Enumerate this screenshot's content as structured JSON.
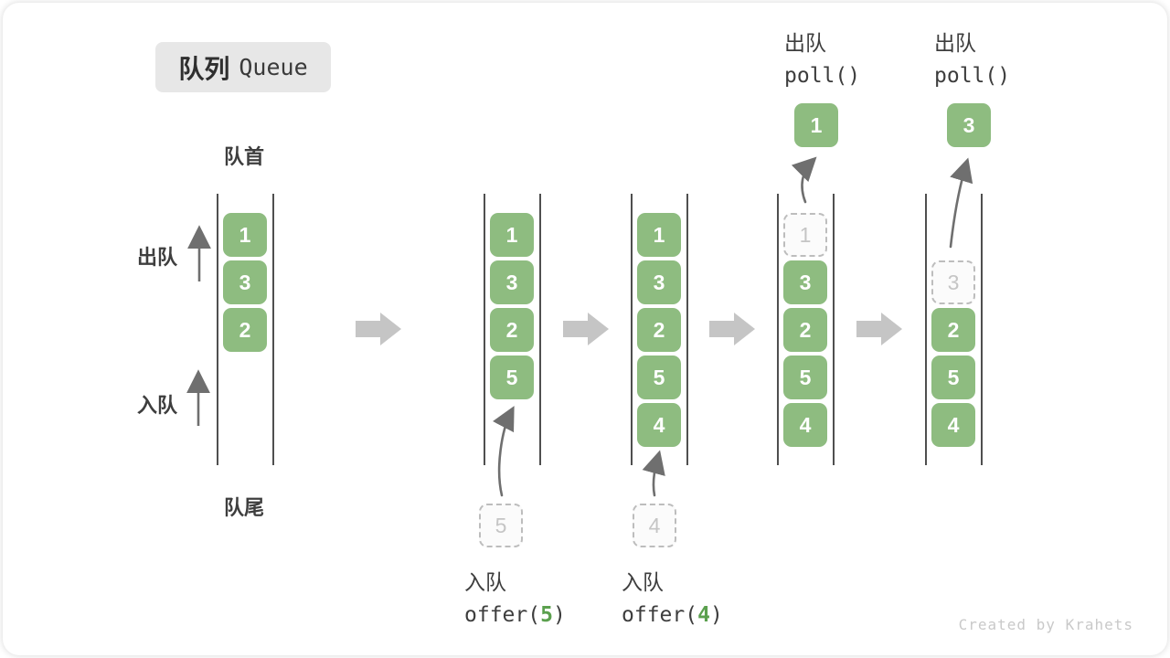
{
  "badge": {
    "zh": "队列",
    "en": "Queue"
  },
  "side_labels": {
    "front": "队首",
    "rear": "队尾",
    "dequeue": "出队",
    "enqueue": "入队"
  },
  "columns": [
    {
      "name": "state-initial",
      "cells": [
        {
          "v": "1"
        },
        {
          "v": "3"
        },
        {
          "v": "2"
        }
      ]
    },
    {
      "name": "state-after-offer-5",
      "cells": [
        {
          "v": "1"
        },
        {
          "v": "3"
        },
        {
          "v": "2"
        },
        {
          "v": "5"
        }
      ]
    },
    {
      "name": "state-after-offer-4",
      "cells": [
        {
          "v": "1"
        },
        {
          "v": "3"
        },
        {
          "v": "2"
        },
        {
          "v": "5"
        },
        {
          "v": "4"
        }
      ]
    },
    {
      "name": "state-after-poll-1",
      "cells": [
        {
          "v": "1",
          "removed": true
        },
        {
          "v": "3"
        },
        {
          "v": "2"
        },
        {
          "v": "5"
        },
        {
          "v": "4"
        }
      ]
    },
    {
      "name": "state-after-poll-3",
      "cells": [
        {
          "v": "3",
          "removed": true
        },
        {
          "v": "2"
        },
        {
          "v": "5"
        },
        {
          "v": "4"
        }
      ]
    }
  ],
  "enqueue_ops": [
    {
      "label": "入队",
      "code_fn": "offer(",
      "arg": "5",
      "code_close": ")",
      "staged_value": "5"
    },
    {
      "label": "入队",
      "code_fn": "offer(",
      "arg": "4",
      "code_close": ")",
      "staged_value": "4"
    }
  ],
  "dequeue_ops": [
    {
      "label": "出队",
      "code": "poll()",
      "result": "1"
    },
    {
      "label": "出队",
      "code": "poll()",
      "result": "3"
    }
  ],
  "watermark": "Created by Krahets",
  "colors": {
    "item_green": "#8ebc80",
    "code_arg_green": "#5ba04e",
    "step_arrow_gray": "#c5c5c5",
    "badge_bg": "#e7e7e7",
    "text_dark": "#3d3d3d",
    "dashed_gray": "#bdbdbd",
    "watermark_gray": "#c9c9c9"
  }
}
